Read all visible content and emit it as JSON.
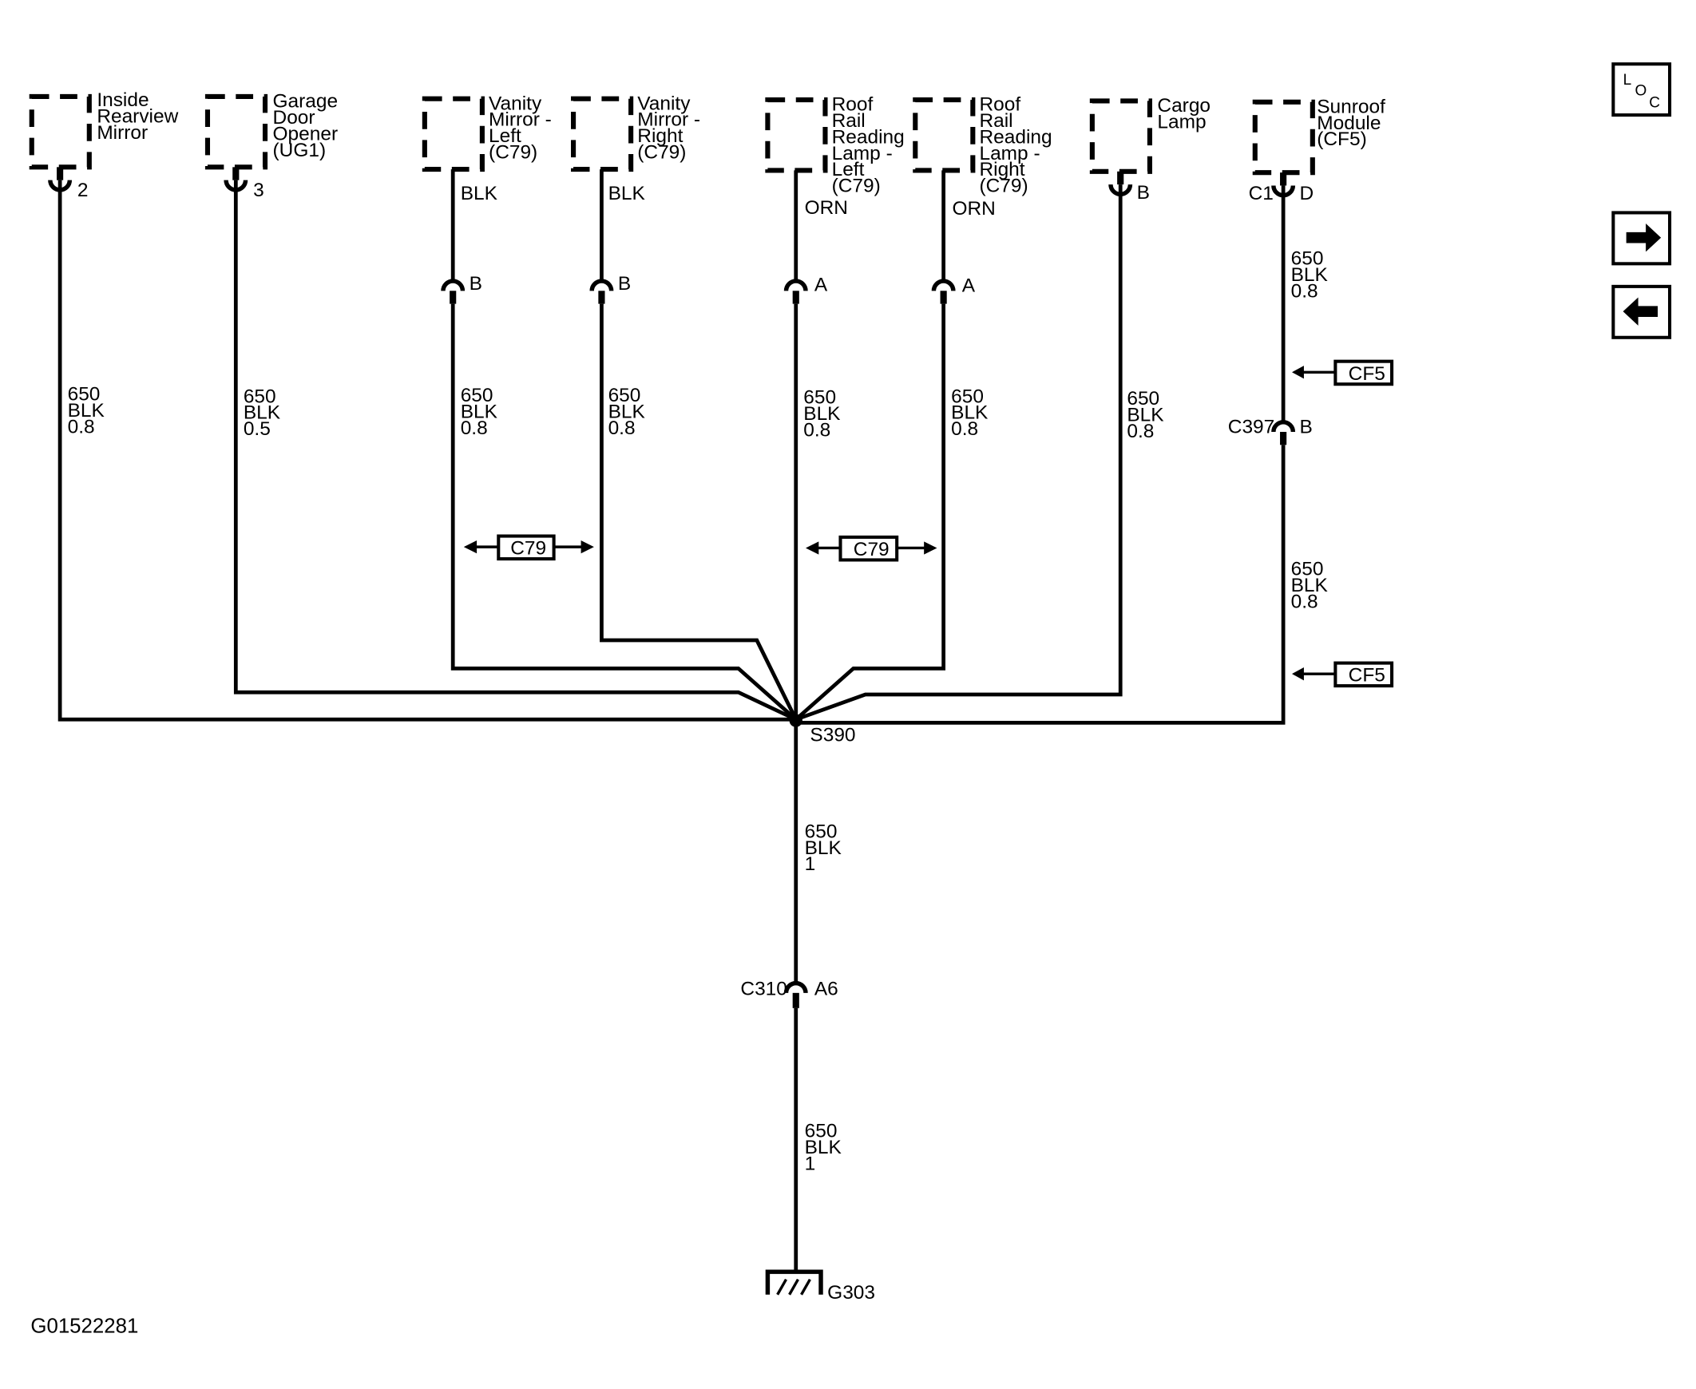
{
  "components": [
    {
      "name": "inside-rearview-mirror",
      "lines": [
        "Inside",
        "Rearview",
        "Mirror"
      ],
      "pin": "2",
      "conn_left": "",
      "wire_top": "",
      "inline": "",
      "wire": [
        "650",
        "BLK",
        "0.8"
      ]
    },
    {
      "name": "garage-door-opener",
      "lines": [
        "Garage",
        "Door",
        "Opener",
        "(UG1)"
      ],
      "pin": "3",
      "conn_left": "",
      "wire_top": "",
      "inline": "",
      "wire": [
        "650",
        "BLK",
        "0.5"
      ]
    },
    {
      "name": "vanity-mirror-left",
      "lines": [
        "Vanity",
        "Mirror -",
        "Left",
        "(C79)"
      ],
      "pin": "",
      "conn_left": "",
      "wire_top": "BLK",
      "inline": "B",
      "wire": [
        "650",
        "BLK",
        "0.8"
      ]
    },
    {
      "name": "vanity-mirror-right",
      "lines": [
        "Vanity",
        "Mirror -",
        "Right",
        "(C79)"
      ],
      "pin": "",
      "conn_left": "",
      "wire_top": "BLK",
      "inline": "B",
      "wire": [
        "650",
        "BLK",
        "0.8"
      ]
    },
    {
      "name": "roof-rail-lamp-left",
      "lines": [
        "Roof",
        "Rail",
        "Reading",
        "Lamp -",
        "Left",
        "(C79)"
      ],
      "pin": "",
      "conn_left": "",
      "wire_top": "ORN",
      "inline": "A",
      "wire": [
        "650",
        "BLK",
        "0.8"
      ]
    },
    {
      "name": "roof-rail-lamp-right",
      "lines": [
        "Roof",
        "Rail",
        "Reading",
        "Lamp -",
        "Right",
        "(C79)"
      ],
      "pin": "",
      "conn_left": "",
      "wire_top": "ORN",
      "inline": "A",
      "wire": [
        "650",
        "BLK",
        "0.8"
      ]
    },
    {
      "name": "cargo-lamp",
      "lines": [
        "Cargo",
        "Lamp"
      ],
      "pin": "B",
      "conn_left": "",
      "wire_top": "",
      "inline": "",
      "wire": [
        "650",
        "BLK",
        "0.8"
      ]
    },
    {
      "name": "sunroof-module",
      "lines": [
        "Sunroof",
        "Module",
        "(CF5)"
      ],
      "pin": "D",
      "conn_left": "C1",
      "wire_top": "",
      "inline": "",
      "wire": [
        "650",
        "BLK",
        "0.8"
      ]
    }
  ],
  "sunroof_branch": {
    "connector": "C397",
    "pin": "B",
    "wire_lower": [
      "650",
      "BLK",
      "0.8"
    ],
    "option_tags": [
      "CF5",
      "CF5"
    ]
  },
  "option_tags_c79": [
    "C79",
    "C79"
  ],
  "splice": "S390",
  "main_wire_upper": [
    "650",
    "BLK",
    "1"
  ],
  "inline_connector": {
    "name": "C310",
    "pin": "A6"
  },
  "main_wire_lower": [
    "650",
    "BLK",
    "1"
  ],
  "ground": "G303",
  "figure_id": "G01522281",
  "nav": {
    "loc": [
      "L",
      "O",
      "C"
    ],
    "next": "→",
    "prev": "←"
  }
}
